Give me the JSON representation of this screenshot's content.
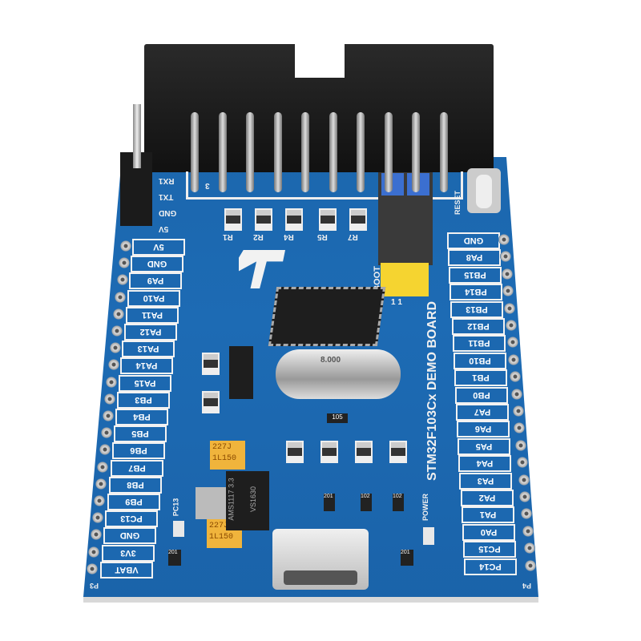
{
  "board": {
    "title": "STM32F103Cx DEMO BOARD",
    "colors": {
      "pcb": "#1d6bb4",
      "silkscreen": "#f2f2f2",
      "header": "#151515",
      "jumper": "#f5d430",
      "capacitor": "#f0b43c"
    },
    "left_pins": [
      "5V",
      "GND",
      "PA9",
      "PA10",
      "PA11",
      "PA12",
      "PA13",
      "PA14",
      "PA15",
      "PB3",
      "PB4",
      "PB5",
      "PB6",
      "PB7",
      "PB8",
      "PB9",
      "PC13",
      "GND",
      "3V3",
      "VBAT"
    ],
    "right_pins": [
      "GND",
      "PA8",
      "PB15",
      "PB14",
      "PB13",
      "PB12",
      "PB11",
      "PB10",
      "PB1",
      "PB0",
      "PA7",
      "PA6",
      "PA5",
      "PA4",
      "PA3",
      "PA2",
      "PA1",
      "PA0",
      "PC15",
      "PC14"
    ],
    "serial_pins": [
      "RX1",
      "TX1",
      "GND",
      "5V"
    ],
    "resistors": [
      "R1",
      "R2",
      "R4",
      "R5",
      "R7"
    ],
    "labels": {
      "boot": "BOOT",
      "reset": "RESET",
      "power": "POWER",
      "pc13": "PC13",
      "p3": "P3",
      "p4": "P4",
      "header_pin": "3",
      "jumper_marks": "1 1"
    },
    "components": {
      "regulator": "AMS1117 3.3",
      "regulator_code": "VS1630",
      "cap1": "227J",
      "cap1_code": "1L150",
      "cap2": "227J",
      "cap2_code": "1L150",
      "resistor_105": "105",
      "resistor_201a": "201",
      "resistor_201b": "201",
      "resistor_102a": "201",
      "resistor_102b": "102",
      "resistor_102c": "102",
      "crystal": "8.000"
    }
  }
}
